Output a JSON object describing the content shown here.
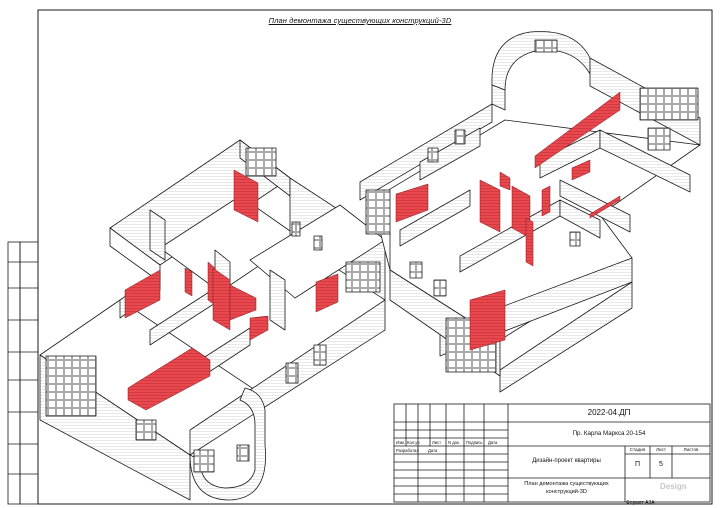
{
  "sheet": {
    "title": "План демонтажа существующих конструкций-3D",
    "format_label": "Формат А3А"
  },
  "colors": {
    "demolition": "#e8484e",
    "wall_face": "#ffffff",
    "wall_hatch": "#c8c8c8",
    "line": "#1a1a1a"
  },
  "stamp": {
    "doc_code": "2022-04.ДП",
    "address": "Пр. Карла Маркса 20-154",
    "columns": [
      "Изм.",
      "Кол.уч",
      "Лист",
      "N док.",
      "Подпись",
      "Дата"
    ],
    "developed_label": "Разработал",
    "date_label": "Дата",
    "project_name": "Дизайн-проект квартиры",
    "stage_header": "Стадия",
    "sheet_header": "Лист",
    "sheets_header": "Листов",
    "stage_value": "П",
    "sheet_value": "5",
    "drawing_name_line1": "План демонтажа существующих",
    "drawing_name_line2": "конструкций-3D"
  },
  "watermark": "Design"
}
